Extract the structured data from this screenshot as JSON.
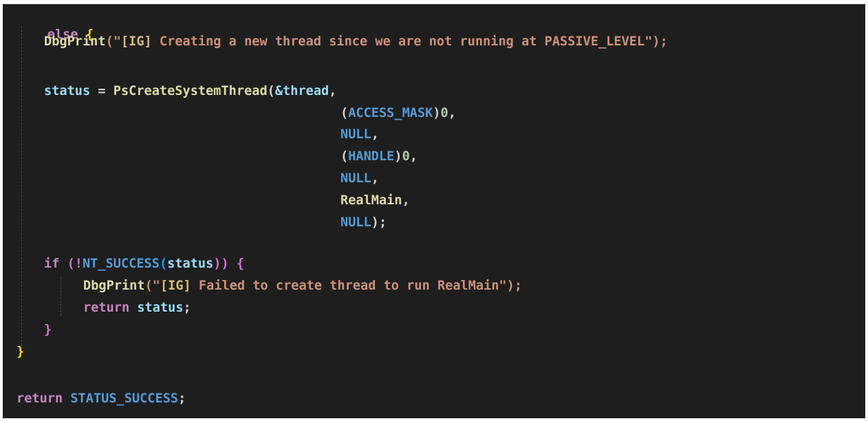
{
  "editor": {
    "language": "C",
    "theme_colors": {
      "background": "#1e1e1e",
      "keyword": "#c586c0",
      "function": "#dcdcaa",
      "string": "#ce9178",
      "variable": "#9cdcfe",
      "macro": "#569cd6",
      "number": "#b5cea8"
    },
    "code": {
      "l1": {
        "kw": "else",
        "brace": "{"
      },
      "l2": {
        "fn": "DbgPrint",
        "open": "(\"",
        "esc": "[IG]",
        "str": " Creating a new thread since we are not running at PASSIVE_LEVEL",
        "close": "\");"
      },
      "l3": {
        "var": "status",
        "eq": " = ",
        "fn": "PsCreateSystemThread",
        "open": "(",
        "arg": "&thread",
        "comma": ","
      },
      "l4": {
        "open": "(",
        "mac": "ACCESS_MASK",
        "close": ")",
        "num": "0",
        "comma": ","
      },
      "l5": {
        "mac": "NULL",
        "comma": ","
      },
      "l6": {
        "open": "(",
        "mac": "HANDLE",
        "close": ")",
        "num": "0",
        "comma": ","
      },
      "l7": {
        "mac": "NULL",
        "comma": ","
      },
      "l8": {
        "fn": "RealMain",
        "comma": ","
      },
      "l9": {
        "mac": "NULL",
        "close": ");"
      },
      "l10": {
        "kw": "if",
        "open": " (!",
        "mac": "NT_SUCCESS",
        "paren": "(",
        "var": "status",
        "close": ")) ",
        "brace": "{"
      },
      "l11": {
        "fn": "DbgPrint",
        "open": "(\"",
        "esc": "[IG]",
        "str": " Failed to create thread to run RealMain",
        "close": "\");"
      },
      "l12": {
        "kw": "return",
        "var": " status",
        "semi": ";"
      },
      "l13": {
        "brace": "}"
      },
      "l14": {
        "brace": "}"
      },
      "l15": {
        "kw": "return",
        "mac": " STATUS_SUCCESS",
        "semi": ";"
      }
    }
  }
}
